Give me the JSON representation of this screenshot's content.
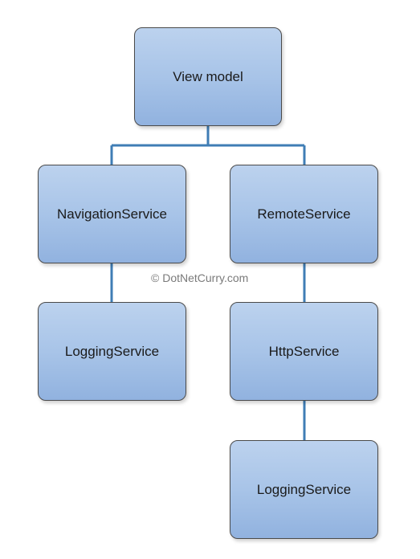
{
  "nodes": {
    "view_model": "View model",
    "navigation_service": "NavigationService",
    "remote_service": "RemoteService",
    "logging_service_left": "LoggingService",
    "http_service": "HttpService",
    "logging_service_bottom": "LoggingService"
  },
  "watermark": "© DotNetCurry.com",
  "colors": {
    "node_fill_top": "#bcd2ee",
    "node_fill_bottom": "#91b2df",
    "node_border": "#4a4a4a",
    "connector": "#3f7db5"
  }
}
